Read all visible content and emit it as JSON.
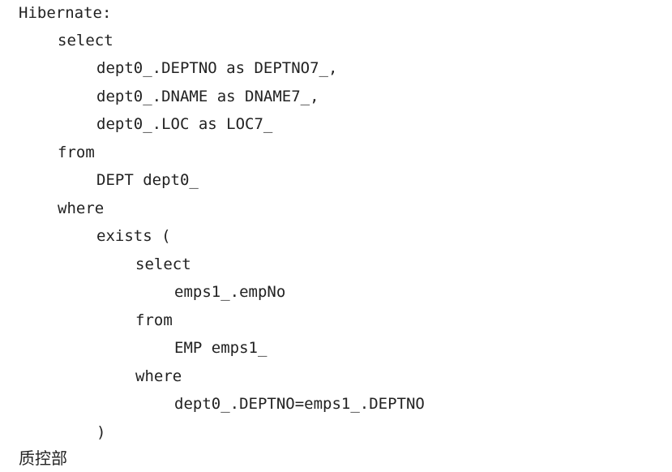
{
  "console": {
    "header": "Hibernate:",
    "lines": [
      "select",
      "dept0_.DEPTNO as DEPTNO7_,",
      "dept0_.DNAME as DNAME7_,",
      "dept0_.LOC as LOC7_",
      "from",
      "DEPT dept0_",
      "where",
      "exists (",
      "select",
      "emps1_.empNo",
      "from",
      "EMP emps1_",
      "where",
      "dept0_.DEPTNO=emps1_.DEPTNO",
      ")"
    ],
    "footer": "质控部"
  }
}
